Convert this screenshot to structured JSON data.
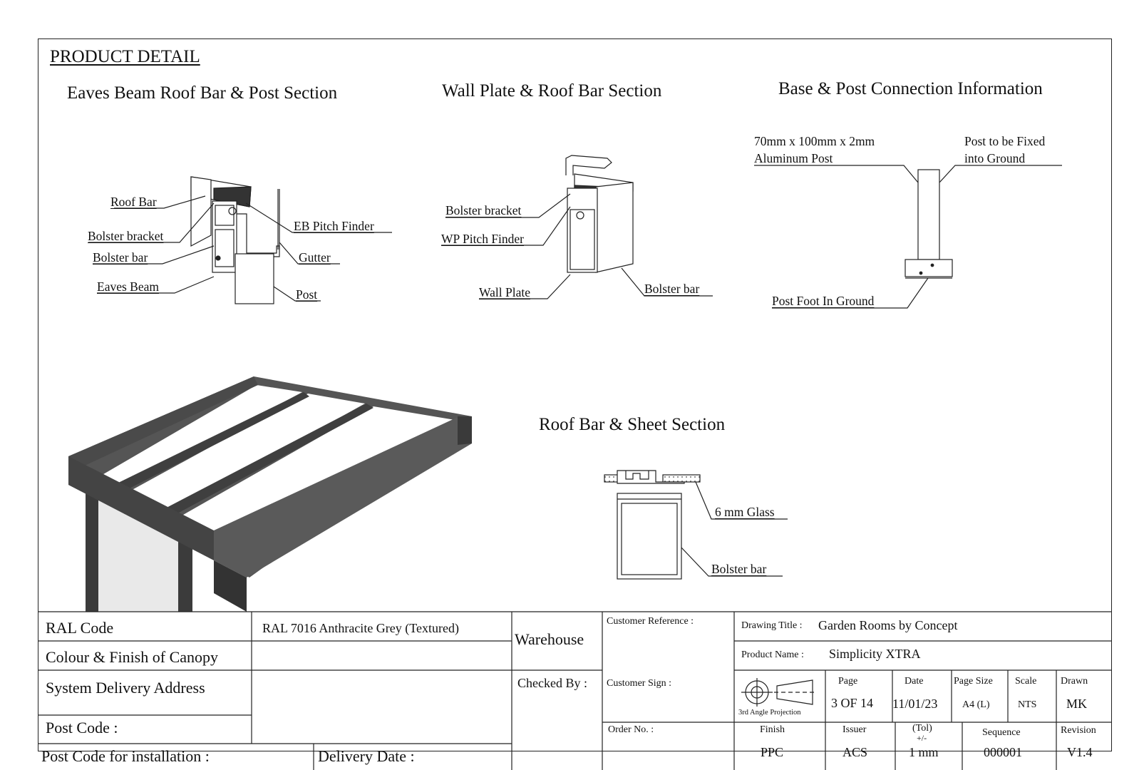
{
  "header": {
    "title": "PRODUCT DETAIL"
  },
  "sections": {
    "eaves": {
      "title": "Eaves Beam Roof Bar & Post Section",
      "labels": {
        "roof_bar": "Roof Bar",
        "bolster_bracket": "Bolster bracket",
        "bolster_bar": "Bolster bar",
        "eaves_beam": "Eaves Beam",
        "eb_pitch_finder": "EB Pitch Finder",
        "gutter": "Gutter",
        "post": "Post"
      }
    },
    "wall_plate": {
      "title": "Wall Plate & Roof Bar Section",
      "labels": {
        "bolster_bracket": "Bolster bracket",
        "wp_pitch_finder": "WP Pitch Finder",
        "wall_plate": "Wall Plate",
        "bolster_bar": "Bolster bar"
      }
    },
    "base": {
      "title": "Base & Post Connection Information",
      "labels": {
        "post_spec_line1": "70mm x 100mm x 2mm",
        "post_spec_line2": "Aluminum Post",
        "fixed_line1": "Post to be Fixed",
        "fixed_line2": "into Ground",
        "post_foot": "Post Foot  In Ground"
      }
    },
    "roof_sheet": {
      "title": "Roof Bar & Sheet Section",
      "labels": {
        "glass": "6 mm Glass",
        "bolster_bar": "Bolster bar"
      }
    }
  },
  "title_block": {
    "ral_code_label": "RAL Code",
    "ral_code_value": "RAL 7016 Anthracite Grey (Textured)",
    "colour_finish_label": "Colour & Finish of Canopy",
    "delivery_address_label": "System Delivery Address",
    "post_code_label": "Post Code :",
    "post_code_install_label": "Post Code for installation :",
    "delivery_date_label": "Delivery Date :",
    "warehouse_label": "Warehouse",
    "checked_by_label": "Checked By :",
    "customer_reference_label": "Customer Reference :",
    "customer_sign_label": "Customer Sign :",
    "order_no_label": "Order No. :",
    "drawing_title_label": "Drawing Title :",
    "drawing_title_value": "Garden Rooms by Concept",
    "product_name_label": "Product Name :",
    "product_name_value": "Simplicity XTRA",
    "projection_label": "3rd Angle Projection",
    "page_label": "Page",
    "page_value": "3 OF 14",
    "date_label": "Date",
    "date_value": "11/01/23",
    "page_size_label": "Page Size",
    "page_size_value": "A4 (L)",
    "scale_label": "Scale",
    "scale_value": "NTS",
    "drawn_label": "Drawn",
    "drawn_value": "MK",
    "finish_label": "Finish",
    "finish_value": "PPC",
    "issuer_label": "Issuer",
    "issuer_value": "ACS",
    "tol_label": "(Tol)",
    "tol_sub": "+/-",
    "tol_value": "1 mm",
    "sequence_label": "Sequence",
    "sequence_value": "000001",
    "revision_label": "Revision",
    "revision_value": "V1.4"
  }
}
